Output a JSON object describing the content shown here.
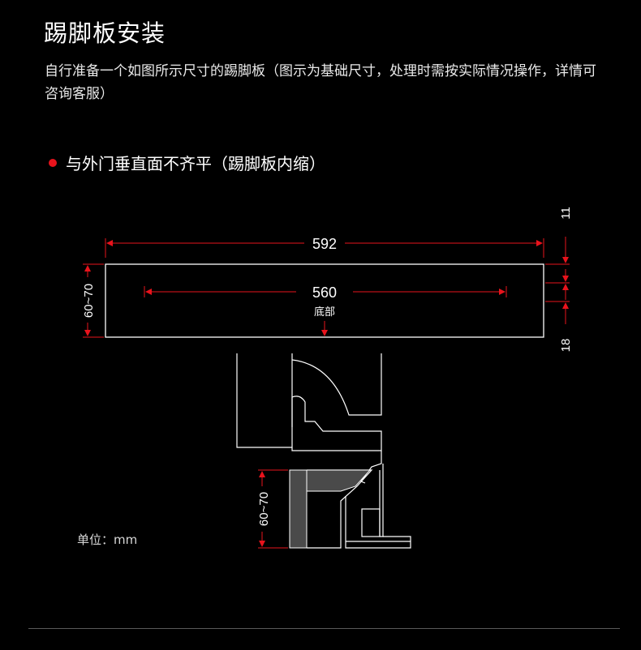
{
  "header": {
    "title": "踢脚板安装",
    "description": "自行准备一个如图所示尺寸的踢脚板（图示为基础尺寸，处理时需按实际情况操作，详情可咨询客服）"
  },
  "section": {
    "bullet_label": "与外门垂直面不齐平（踢脚板内缩）"
  },
  "diagram": {
    "top_view": {
      "width_outer": "592",
      "width_inner": "560",
      "bottom_label": "底部",
      "height_range": "60~70",
      "right_top_offset": "11",
      "right_bottom_offset": "18"
    },
    "side_view": {
      "height_range": "60~70"
    }
  },
  "footer": {
    "unit": "单位：mm"
  },
  "colors": {
    "background": "#000000",
    "accent_red": "#e8131c",
    "line": "#ffffff",
    "kick_board_fill": "#4a4a4a"
  }
}
